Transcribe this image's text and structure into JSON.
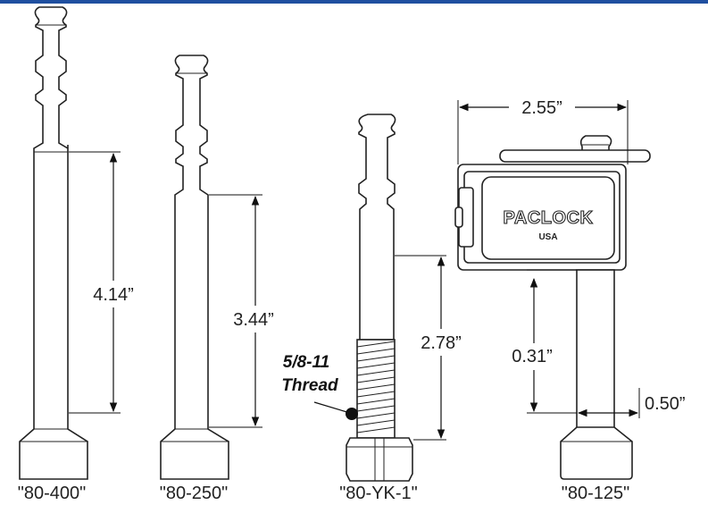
{
  "colors": {
    "accent_bar": "#1f4fa0",
    "line": "#222222",
    "background": "#ffffff"
  },
  "dimensions": {
    "d1": "4.14”",
    "d2": "3.44”",
    "d3": "2.78”",
    "width": "2.55”",
    "height": "0.31”",
    "diameter": "0.50”"
  },
  "thread": {
    "line1": "5/8-11",
    "line2": "Thread"
  },
  "brand": {
    "name": "PACLOCK",
    "sub": "USA"
  },
  "parts": [
    {
      "label": "\"80-400\""
    },
    {
      "label": "\"80-250\""
    },
    {
      "label": "\"80-YK-1\""
    },
    {
      "label": "\"80-125\""
    }
  ]
}
